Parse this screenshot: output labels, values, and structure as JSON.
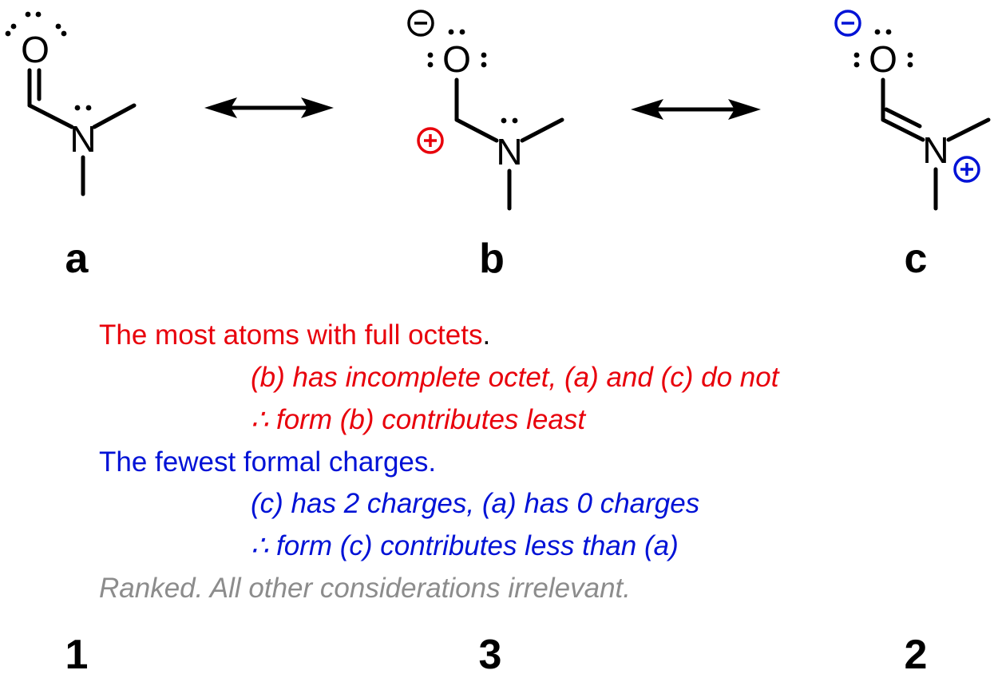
{
  "structures": {
    "a": {
      "label": "a",
      "atom_O": "O",
      "atom_N": "N",
      "rank": "1"
    },
    "b": {
      "label": "b",
      "atom_O": "O",
      "atom_N": "N",
      "rank": "3"
    },
    "c": {
      "label": "c",
      "atom_O": "O",
      "atom_N": "N",
      "rank": "2"
    }
  },
  "text": {
    "line1_red": "The most atoms with full octets",
    "line1_black": ".",
    "line2": "(b) has incomplete octet, (a) and (c) do not",
    "line3": "∴ form (b) contributes least",
    "line4": "The fewest formal charges.",
    "line5": "(c) has 2 charges, (a) has 0 charges",
    "line6": "∴ form (c) contributes less than (a)",
    "line7": "Ranked. All other considerations irrelevant."
  },
  "colors": {
    "red": "#e8000b",
    "blue": "#0012d6",
    "gray": "#8c8c8c",
    "black": "#000000"
  }
}
